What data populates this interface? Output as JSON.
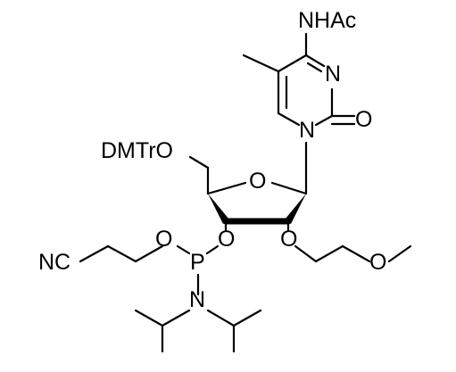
{
  "molecule": {
    "labels": {
      "nhac": "NHAc",
      "n_ring": "N",
      "n1": "N",
      "o_carbonyl": "O",
      "dmtro": "DMTrO",
      "o_ring": "O",
      "o3": "O",
      "p": "P",
      "o_p": "O",
      "nc": "NC",
      "n_amine": "N",
      "o2": "O",
      "o_methoxy": "O"
    }
  }
}
